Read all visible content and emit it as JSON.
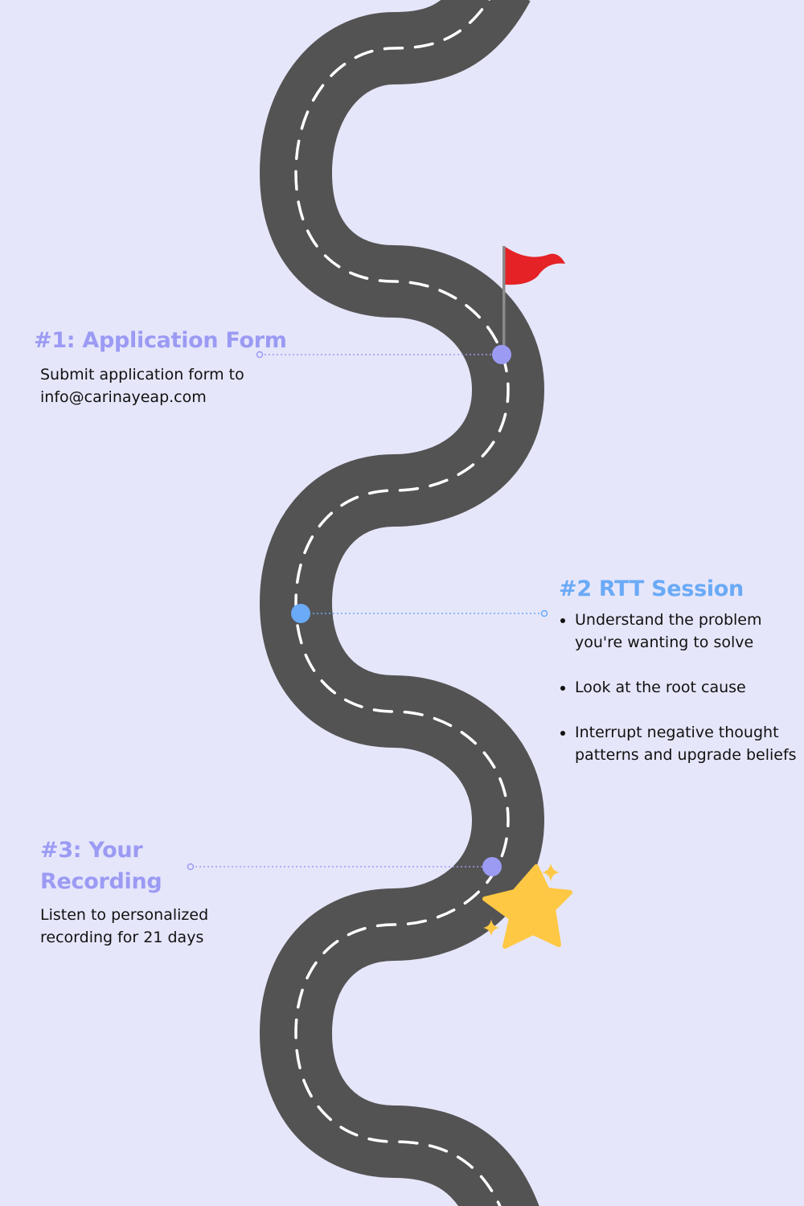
{
  "colors": {
    "background": "#e6e6fb",
    "road": "#535353",
    "road_dash": "#ffffff",
    "purple_accent": "#9b9bf4",
    "blue_accent": "#6aaaf6",
    "flag": "#e52226",
    "flag_pole": "#8a8a8a",
    "star": "#fec844"
  },
  "icons": {
    "flag": "red-flag-icon",
    "star": "gold-star-icon",
    "sparkle": "sparkle-icon"
  },
  "steps": [
    {
      "title": "#1: Application Form",
      "description": "Submit application form to info@carinayeap.com"
    },
    {
      "title": "#2 RTT Session",
      "bullets": [
        "Understand the problem you're wanting to solve",
        "Look at the root cause",
        "Interrupt negative thought patterns and upgrade beliefs"
      ]
    },
    {
      "title": "#3: Your Recording",
      "description": "Listen to personalized recording for 21 days"
    }
  ]
}
